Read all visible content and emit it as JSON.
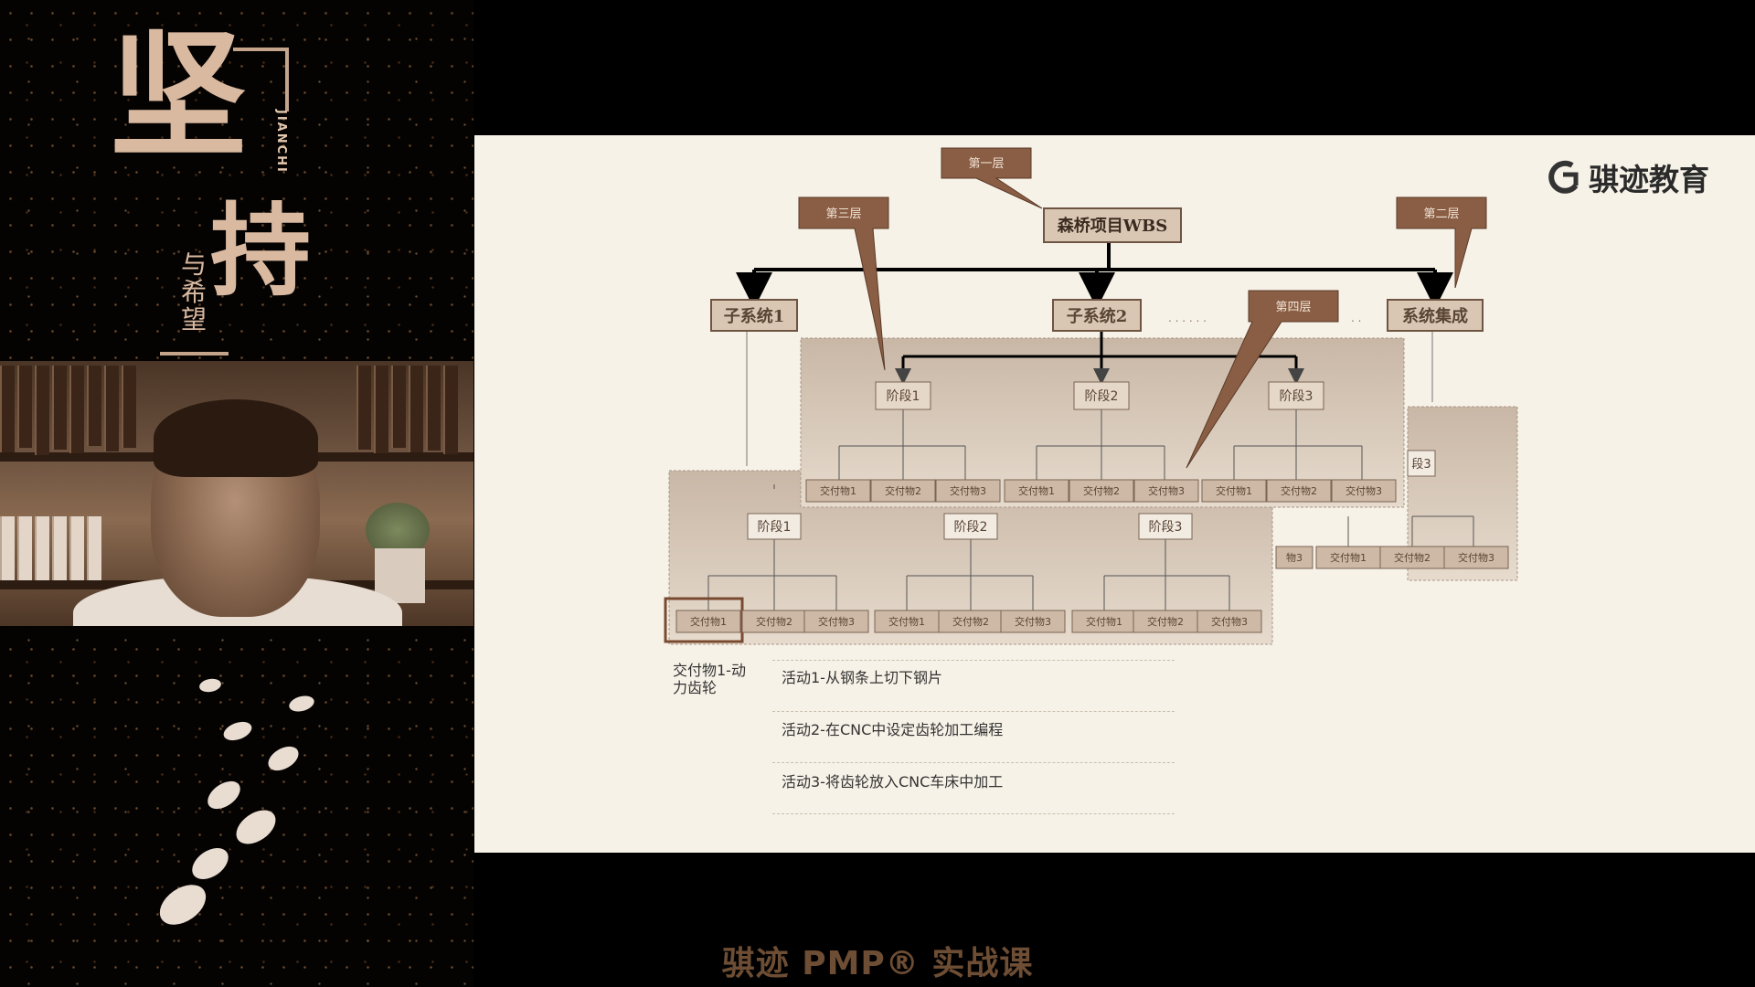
{
  "banner": {
    "title_char_1": "坚",
    "title_char_2": "持",
    "subtitle": "与希望",
    "pinyin": "JIANCHI"
  },
  "brand": {
    "logo_text": "骐迹教育"
  },
  "wbs": {
    "root": "森桥项目WBS",
    "callout_level1": "第一层",
    "callout_level2": "第二层",
    "callout_level3": "第三层",
    "callout_level4": "第四层",
    "subsystems": [
      "子系统1",
      "子系统2",
      "系统集成"
    ],
    "ellipsis": ". . . . . .",
    "ellipsis_short": ". .",
    "phases": [
      "阶段1",
      "阶段2",
      "阶段3"
    ],
    "deliverables": [
      "交付物1",
      "交付物2",
      "交付物3"
    ],
    "partial_phase": "段3",
    "partial_deliverable": "物3"
  },
  "activities": {
    "deliverable_label": "交付物1-动力齿轮",
    "items": [
      "活动1-从钢条上切下钢片",
      "活动2-在CNC中设定齿轮加工编程",
      "活动3-将齿轮放入CNC车床中加工"
    ]
  },
  "footer": {
    "caption": "骐迹 PMP® 实战课"
  },
  "colors": {
    "callout": "#8a5e44",
    "box_fill": "#d9c7b3",
    "box_border": "#6e5443",
    "slide_bg": "#f7f2e7"
  }
}
